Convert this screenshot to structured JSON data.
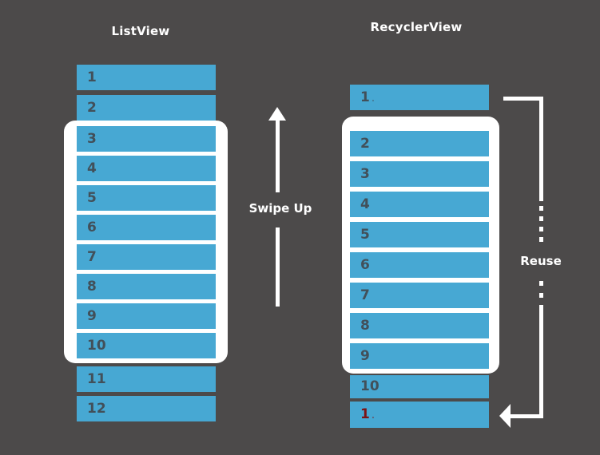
{
  "colors": {
    "background": "#4c4a4a",
    "row_blue": "#47a8d3",
    "row_number_text": "#42505a",
    "recycled_number_text": "#7c1315",
    "viewport_and_arrows": "#ffffff"
  },
  "left_panel": {
    "title": "ListView",
    "items": [
      "1",
      "2",
      "3",
      "4",
      "5",
      "6",
      "7",
      "8",
      "9",
      "10",
      "11",
      "12"
    ]
  },
  "swipe": {
    "label": "Swipe Up"
  },
  "right_panel": {
    "title": "RecyclerView",
    "top_item": "1",
    "top_item_suffix": ".",
    "viewport_items": [
      "2",
      "3",
      "4",
      "5",
      "6",
      "7",
      "8",
      "9"
    ],
    "below_item": "10",
    "recycled_item": "1",
    "recycled_item_suffix": ".",
    "reuse_label": "Reuse"
  }
}
